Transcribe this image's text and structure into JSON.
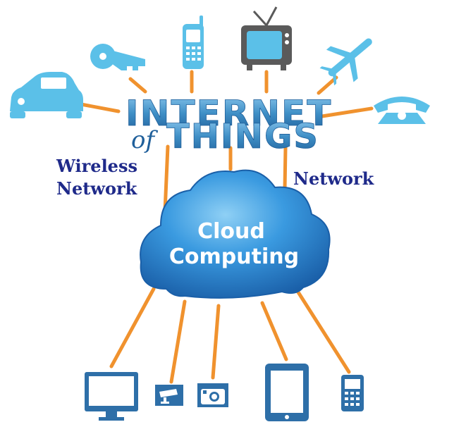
{
  "title": {
    "line1": "INTERNET",
    "of": "of",
    "line2": "THINGS"
  },
  "labels": {
    "wireless_line1": "Wireless",
    "wireless_line2": "Network",
    "network": "Network"
  },
  "cloud": {
    "line1": "Cloud",
    "line2": "Computing"
  },
  "top_devices": [
    "car-icon",
    "key-icon",
    "mobile-phone-icon",
    "television-icon",
    "airplane-icon",
    "telephone-icon"
  ],
  "bottom_devices": [
    "desktop-monitor-icon",
    "security-camera-icon",
    "photo-camera-icon",
    "tablet-icon",
    "feature-phone-icon"
  ],
  "colors": {
    "device_blue": "#5bc0e8",
    "connector_orange": "#f0922e",
    "title_blue": "#3f8fc6",
    "label_navy": "#1f2a8a",
    "cloud_blue": "#2b86d0",
    "bottom_device_blue": "#2e6fa8",
    "tv_gray": "#5a5a5a"
  }
}
